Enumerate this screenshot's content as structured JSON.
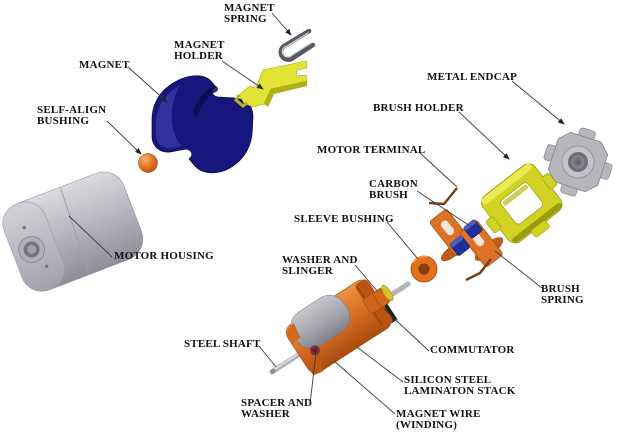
{
  "labels": {
    "magnet_spring": "MAGNET\nSPRING",
    "magnet_holder": "MAGNET\nHOLDER",
    "magnet": "MAGNET",
    "self_align_bushing": "SELF-ALIGN\nBUSHING",
    "motor_housing": "MOTOR HOUSING",
    "metal_endcap": "METAL ENDCAP",
    "brush_holder": "BRUSH HOLDER",
    "motor_terminal": "MOTOR TERMINAL",
    "carbon_brush": "CARBON\nBRUSH",
    "sleeve_bushing": "SLEEVE BUSHING",
    "washer_slinger": "WASHER AND\nSLINGER",
    "brush_spring": "BRUSH SPRING",
    "steel_shaft": "STEEL SHAFT",
    "commutator": "COMMUTATOR",
    "silicon_steel": "SILICON STEEL\nLAMINATON STACK",
    "spacer_washer": "SPACER AND\nWASHER",
    "magnet_wire": "MAGNET WIRE\n(WINDING)"
  },
  "colors": {
    "magnet": "#16167d",
    "magnet_inner": "#3434a0",
    "magnet_holder": "#e3e335",
    "brush_holder": "#d2d222",
    "terminal": "#dd7226",
    "carbon_brush": "#1e2f9a",
    "bushing": "#e0701e",
    "housing": "#b9b9c1",
    "endcap": "#b6b6bc",
    "lamination": "#1e1e1e",
    "winding": "#a2a2aa",
    "shaft": "#b2b2ba",
    "spring_metal": "#585860",
    "copper": "#7a3c14",
    "leader_line": "#3a3a3a",
    "label_text": "#111111"
  }
}
